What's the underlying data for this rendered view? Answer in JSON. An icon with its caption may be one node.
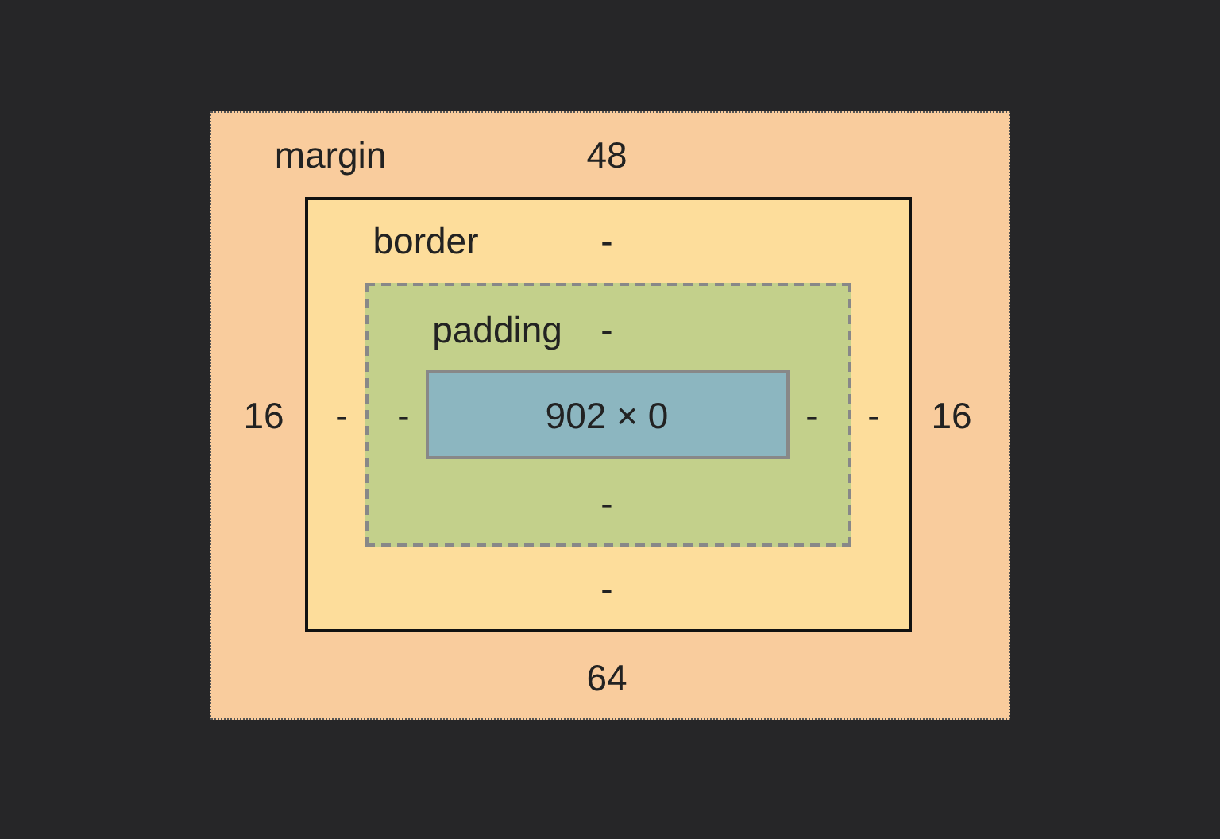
{
  "diagram": {
    "nodes": [
      {
        "text": [
          "margin",
          "48",
          "16",
          "16",
          "64"
        ]
      },
      {
        "text": [
          "border",
          "-",
          "-",
          "-",
          "-"
        ],
        "in": 0
      },
      {
        "text": [
          "padding",
          "-",
          "-",
          "-",
          "-"
        ],
        "in": 1
      },
      {
        "text": [
          "902 × 0"
        ],
        "in": 2
      }
    ]
  }
}
